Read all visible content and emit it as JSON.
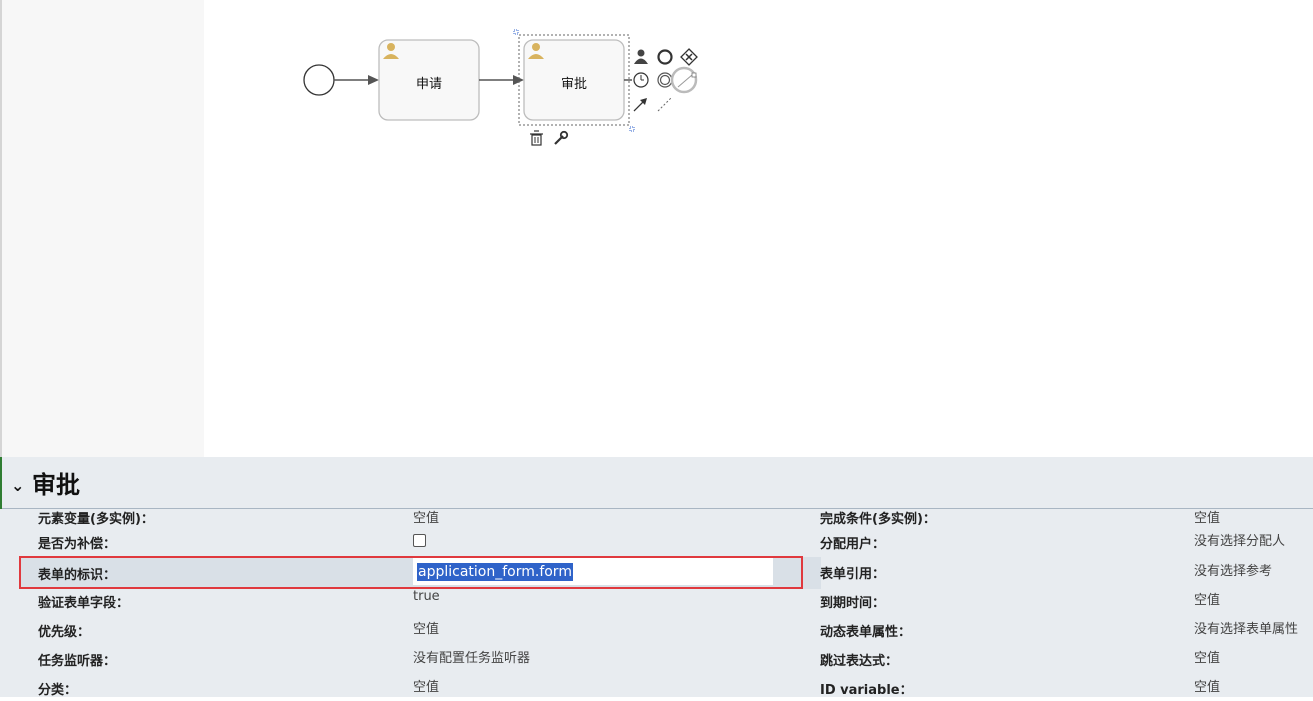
{
  "diagram": {
    "tasks": [
      {
        "label": "申请"
      },
      {
        "label": "审批"
      }
    ]
  },
  "properties": {
    "title": "审批",
    "rows_left": [
      {
        "label": "元素变量(多实例)：",
        "value": "空值"
      },
      {
        "label": "是否为补偿：",
        "value": ""
      },
      {
        "label": "表单的标识：",
        "value": "application_form.form"
      },
      {
        "label": "验证表单字段：",
        "value": "true"
      },
      {
        "label": "优先级：",
        "value": "空值"
      },
      {
        "label": "任务监听器：",
        "value": "没有配置任务监听器"
      },
      {
        "label": "分类：",
        "value": "空值"
      }
    ],
    "rows_right": [
      {
        "label": "完成条件(多实例)：",
        "value": "空值"
      },
      {
        "label": "分配用户：",
        "value": "没有选择分配人"
      },
      {
        "label": "表单引用：",
        "value": "没有选择参考"
      },
      {
        "label": "到期时间：",
        "value": "空值"
      },
      {
        "label": "动态表单属性：",
        "value": "没有选择表单属性"
      },
      {
        "label": "跳过表达式：",
        "value": "空值"
      },
      {
        "label": "ID variable：",
        "value": "空值"
      }
    ]
  }
}
